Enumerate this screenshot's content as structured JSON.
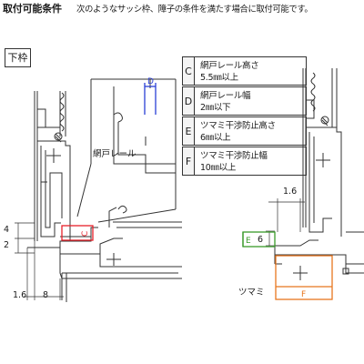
{
  "header": {
    "title": "取付可能条件",
    "description": "次のようなサッシ枠、障子の条件を満たす場合に取付可能です。"
  },
  "section_label": "下枠",
  "conditions": [
    {
      "letter": "C",
      "text_line1": "網戸レール高さ",
      "text_line2": "5.5㎜以上"
    },
    {
      "letter": "D",
      "text_line1": "網戸レール幅",
      "text_line2": "2㎜以下"
    },
    {
      "letter": "E",
      "text_line1": "ツマミ干渉防止高さ",
      "text_line2": "6㎜以上"
    },
    {
      "letter": "F",
      "text_line1": "ツマミ干渉防止幅",
      "text_line2": "10㎜以上"
    }
  ],
  "labels": {
    "screen_rail": "網戸レール",
    "knob": "ツマミ",
    "mark_c": "C",
    "mark_d": "D",
    "mark_e": "E",
    "mark_f": "F"
  },
  "dimensions": {
    "left_4": "4",
    "left_2": "2",
    "left_16": "1.6",
    "left_8": "8",
    "right_16": "1.6",
    "right_6": "6"
  },
  "colors": {
    "c_mark": "#e8202a",
    "d_mark": "#2a3fd6",
    "e_mark": "#3a9a2a",
    "f_mark": "#e8761e"
  }
}
